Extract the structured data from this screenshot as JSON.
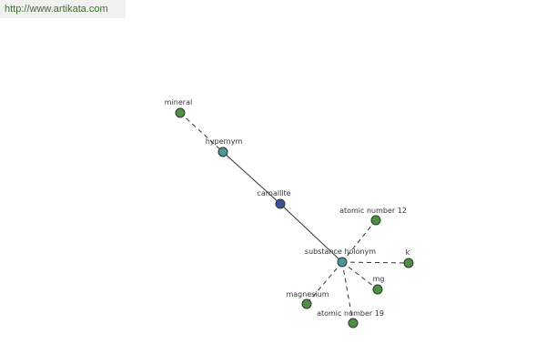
{
  "watermark": {
    "url": "http://www.artikata.com"
  },
  "colors": {
    "leaf": "#4f8f45",
    "relation": "#4f9396",
    "center": "#3f4f9c",
    "stroke": "#2a3a2a",
    "edge": "#333333"
  },
  "nodes": [
    {
      "id": "mineral",
      "label": "mineral",
      "kind": "leaf"
    },
    {
      "id": "hypernym",
      "label": "hypernym",
      "kind": "relation"
    },
    {
      "id": "carnallite",
      "label": "carnallite",
      "kind": "center"
    },
    {
      "id": "substance-holonym",
      "label": "substance holonym",
      "kind": "relation"
    },
    {
      "id": "atomic-number-12",
      "label": "atomic number 12",
      "kind": "leaf"
    },
    {
      "id": "k",
      "label": "k",
      "kind": "leaf"
    },
    {
      "id": "mg",
      "label": "mg",
      "kind": "leaf"
    },
    {
      "id": "magnesium",
      "label": "magnesium",
      "kind": "leaf"
    },
    {
      "id": "atomic-number-19",
      "label": "atomic number 19",
      "kind": "leaf"
    }
  ],
  "edges": [
    {
      "from": "mineral",
      "to": "hypernym",
      "style": "dashed"
    },
    {
      "from": "hypernym",
      "to": "carnallite",
      "style": "solid"
    },
    {
      "from": "carnallite",
      "to": "substance-holonym",
      "style": "solid"
    },
    {
      "from": "substance-holonym",
      "to": "atomic-number-12",
      "style": "dashed"
    },
    {
      "from": "substance-holonym",
      "to": "k",
      "style": "dashed"
    },
    {
      "from": "substance-holonym",
      "to": "mg",
      "style": "dashed"
    },
    {
      "from": "substance-holonym",
      "to": "magnesium",
      "style": "dashed"
    },
    {
      "from": "substance-holonym",
      "to": "atomic-number-19",
      "style": "dashed"
    }
  ]
}
